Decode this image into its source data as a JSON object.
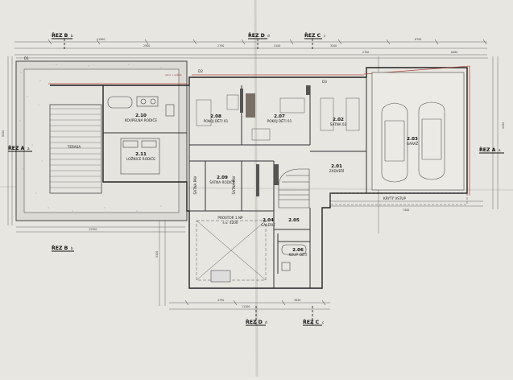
{
  "sections": {
    "b_top": {
      "label": "ŘEZ B",
      "sub": "b"
    },
    "d_top": {
      "label": "ŘEZ D",
      "sub": "d"
    },
    "c_top": {
      "label": "ŘEZ C",
      "sub": "c"
    },
    "a_left": {
      "label": "ŘEZ A",
      "sub": "a"
    },
    "a_right": {
      "label": "ŘEZ A",
      "sub": "a"
    },
    "b_bottom": {
      "label": "ŘEZ B",
      "sub": "b"
    },
    "d_bottom": {
      "label": "ŘEZ D",
      "sub": "d"
    },
    "c_bottom": {
      "label": "ŘEZ C",
      "sub": "c"
    }
  },
  "rooms": [
    {
      "id": "2.10",
      "name": "KOUPELNA RODIČE"
    },
    {
      "id": "2.11",
      "name": "LOŽNICE RODIČE"
    },
    {
      "id": "2.08",
      "name": "POKOJ DĚTI 01"
    },
    {
      "id": "2.07",
      "name": "POKOJ DĚTI 01"
    },
    {
      "id": "2.02",
      "name": "ŠATNA 02"
    },
    {
      "id": "2.03",
      "name": "GARÁŽ"
    },
    {
      "id": "2.09",
      "name": "ŠATNA RODIČE"
    },
    {
      "id": "2.01",
      "name": "ZÁDVEŘÍ"
    },
    {
      "id": "2.04",
      "name": "GALERIE"
    },
    {
      "id": "2.05",
      "name": ""
    },
    {
      "id": "2.06",
      "name": "KOUP. DĚTI"
    }
  ],
  "labels": {
    "terasa": "TERASA",
    "kryty_vstup": "KRYTÝ VSTUP",
    "prostor": "PROSTOR 1.NP",
    "prostor_sub": "s.v. 4200",
    "satna_pav_1": "ŠATNA PAV",
    "satna_pav_2": "ŠATNA PAV",
    "okno_note": "okno + světlík",
    "d1": "D1",
    "d2": "D2",
    "d3": "D3"
  },
  "dimensions": [
    "11900",
    "2900",
    "2790",
    "4100",
    "3500",
    "6700",
    "9200",
    "1500",
    "2700",
    "12500",
    "11300",
    "4790",
    "3850",
    "7400",
    "5300",
    "6480"
  ]
}
